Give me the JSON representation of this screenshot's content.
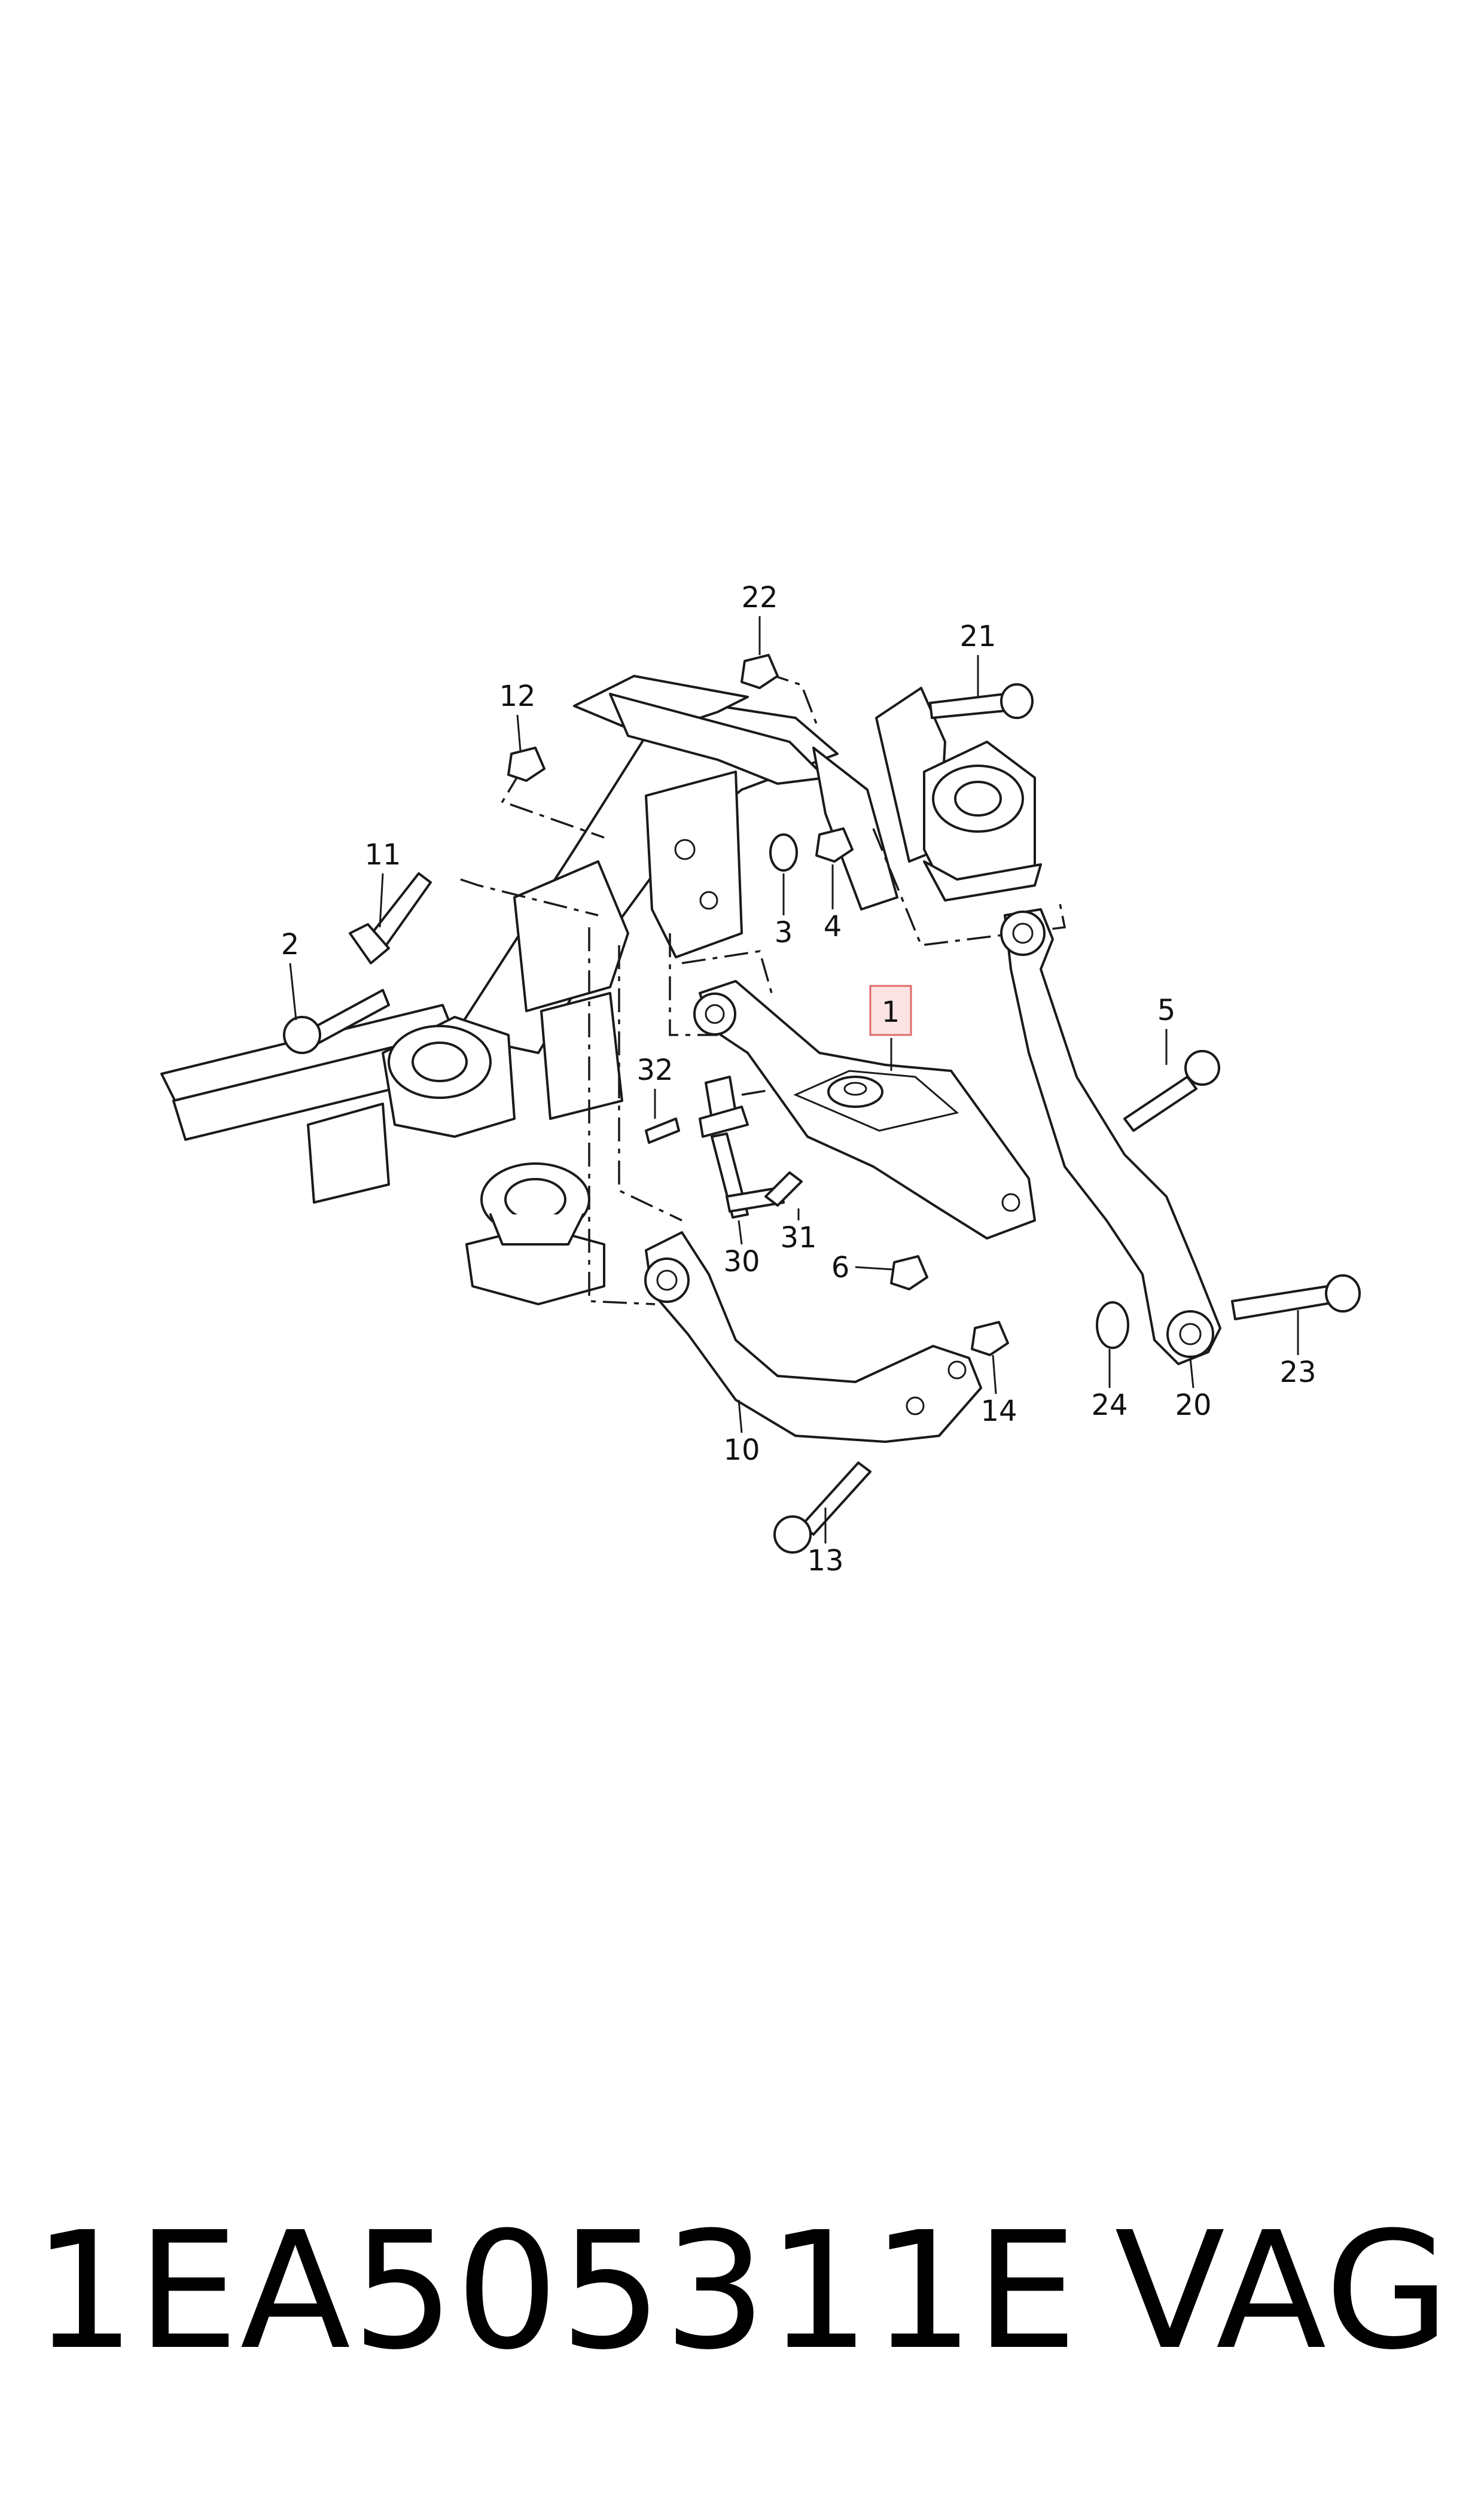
{
  "callouts": {
    "c1": "1",
    "c2": "2",
    "c3": "3",
    "c4": "4",
    "c5": "5",
    "c6": "6",
    "c10": "10",
    "c11": "11",
    "c12": "12",
    "c13": "13",
    "c14": "14",
    "c20": "20",
    "c21": "21",
    "c22": "22",
    "c23": "23",
    "c24": "24",
    "c30": "30",
    "c31": "31",
    "c32": "32"
  },
  "highlighted_callout": "1",
  "colors": {
    "highlight_fill": "#fde4e4",
    "highlight_stroke": "#e06a6a",
    "line": "#1a1a1a"
  },
  "footer": {
    "part_number": "1EA505311E",
    "brand": "VAG"
  }
}
